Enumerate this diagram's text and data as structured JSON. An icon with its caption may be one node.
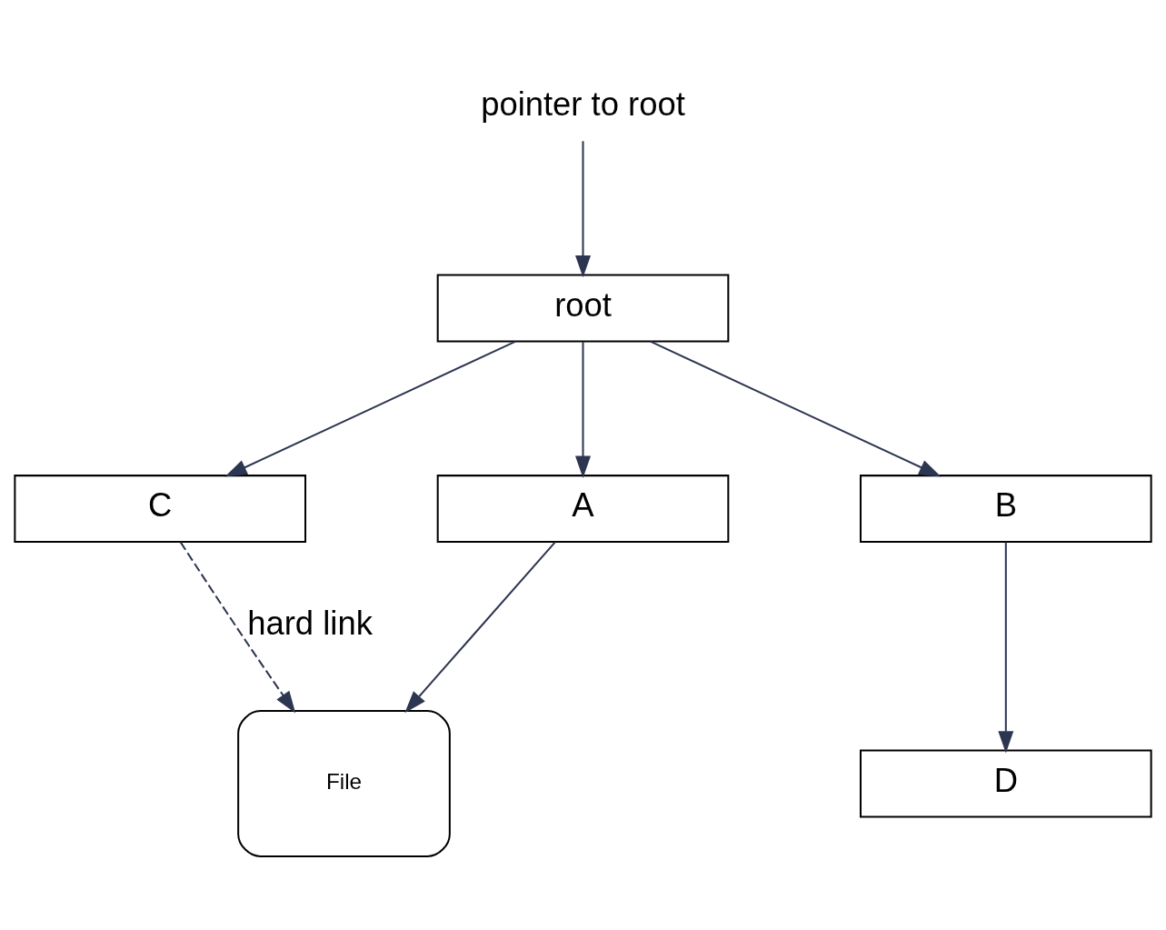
{
  "diagram": {
    "nodes": [
      {
        "text": [
          "pointer to root"
        ]
      },
      {
        "text": [
          "root"
        ]
      },
      {
        "text": [
          "C"
        ]
      },
      {
        "text": [
          "A"
        ]
      },
      {
        "text": [
          "B"
        ]
      },
      {
        "text": [
          "D"
        ]
      },
      {
        "text": [
          "File"
        ]
      }
    ],
    "edges": [
      {
        "from": 0,
        "to": 1,
        "arrow": "to"
      },
      {
        "from": 1,
        "to": 2,
        "arrow": "to"
      },
      {
        "from": 1,
        "to": 3,
        "arrow": "to"
      },
      {
        "from": 1,
        "to": 4,
        "arrow": "to"
      },
      {
        "from": 4,
        "to": 5,
        "arrow": "to"
      },
      {
        "from": 3,
        "to": 6,
        "arrow": "to"
      },
      {
        "from": 2,
        "to": 6,
        "arrow": "to",
        "label": "hard link",
        "style": "dashed"
      }
    ]
  }
}
